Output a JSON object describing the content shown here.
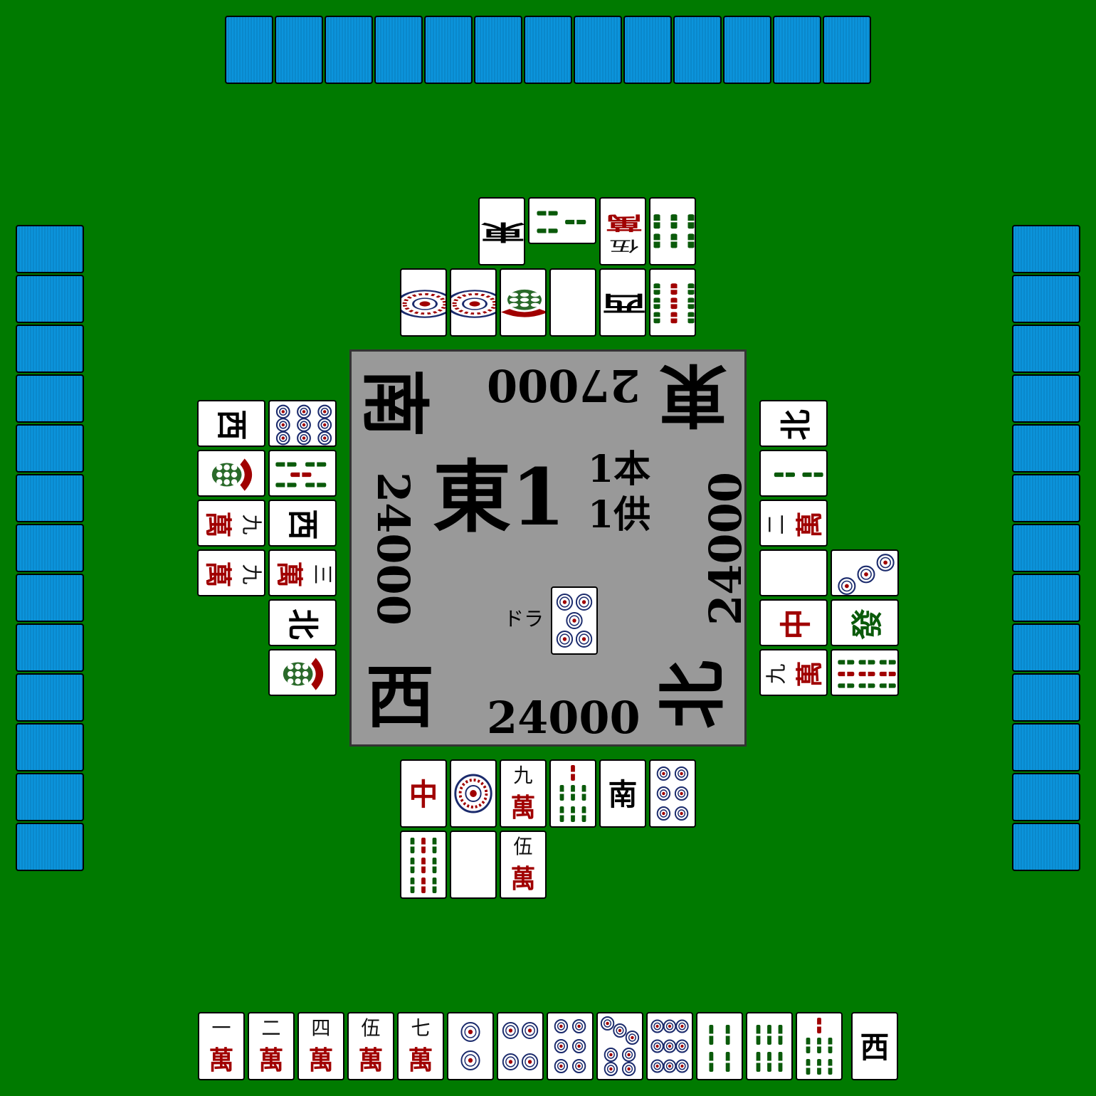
{
  "round": {
    "label": "東1",
    "honba": "1本",
    "kyotaku": "1供"
  },
  "dora": {
    "label": "ドラ",
    "tile": "p5"
  },
  "seats": {
    "self": {
      "wind": "西",
      "score": "24000"
    },
    "right": {
      "wind": "北",
      "score": "24000"
    },
    "top": {
      "wind": "東",
      "score": "27000"
    },
    "left": {
      "wind": "南",
      "score": "24000"
    }
  },
  "hands": {
    "self": [
      "m1",
      "m2",
      "m4",
      "m5",
      "m7",
      "p2",
      "p4",
      "p6",
      "p7",
      "p9",
      "s4",
      "s6",
      "s7"
    ],
    "self_drawn": "z3",
    "top_hidden": 13,
    "left_hidden": 13,
    "right_hidden": 13
  },
  "discards": {
    "self": [
      "z7",
      "p1",
      "m9",
      "s7",
      "z2",
      "p6",
      "s9",
      "z5",
      "m5"
    ],
    "top": [
      "s9",
      "z3",
      "z5",
      "s1",
      "p1",
      "p1",
      "s6",
      "m5",
      "s3",
      "z1"
    ],
    "left": [
      "p9",
      "s5",
      "z3",
      "m3",
      "z4",
      "s1",
      "z3",
      "s1",
      "m9",
      "m9"
    ],
    "right": [
      "z4",
      "s2",
      "m2",
      "z5",
      "z7",
      "m9",
      "p3",
      "z6",
      "s9"
    ]
  },
  "tile_names": {
    "z1": "東",
    "z2": "南",
    "z3": "西",
    "z4": "北",
    "z6": "發",
    "z7": "中",
    "m1": "一",
    "m2": "二",
    "m3": "三",
    "m4": "四",
    "m5": "伍",
    "m7": "七",
    "m9": "九",
    "man": "萬"
  },
  "colors": {
    "felt": "#007a00",
    "tile_back": "#0b94dc",
    "center_panel": "#999999",
    "man_red": "#a00000",
    "sou_green": "#0a5a0a",
    "pin_blue": "#1a2a6c"
  }
}
